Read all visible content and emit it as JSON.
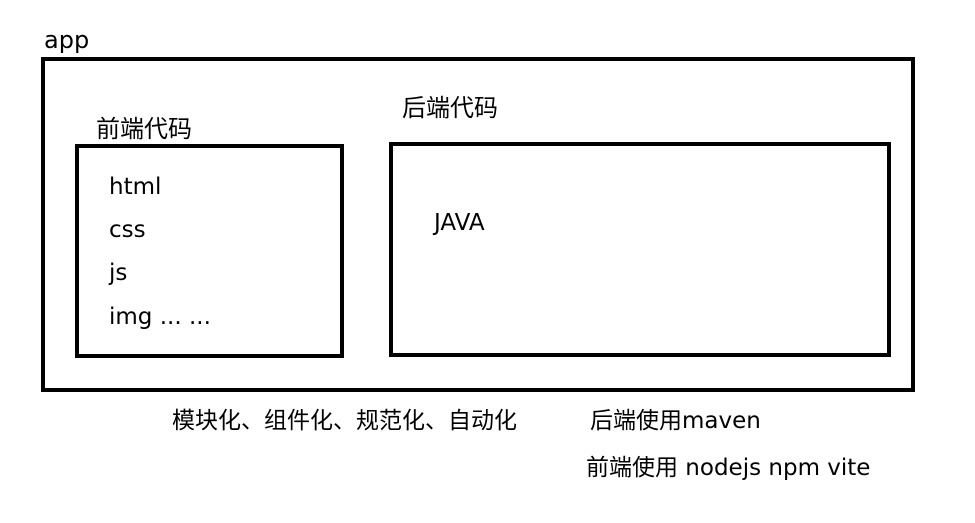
{
  "app": {
    "label": "app"
  },
  "frontend": {
    "title": "前端代码",
    "items": [
      "html",
      "css",
      "js",
      "img ... ..."
    ]
  },
  "backend": {
    "title": "后端代码",
    "item": "JAVA"
  },
  "footer": {
    "line1": "模块化、组件化、规范化、自动化",
    "line2": "后端使用maven",
    "line3": "前端使用 nodejs npm vite"
  },
  "colors": {
    "stroke": "#000000",
    "background": "#ffffff"
  }
}
